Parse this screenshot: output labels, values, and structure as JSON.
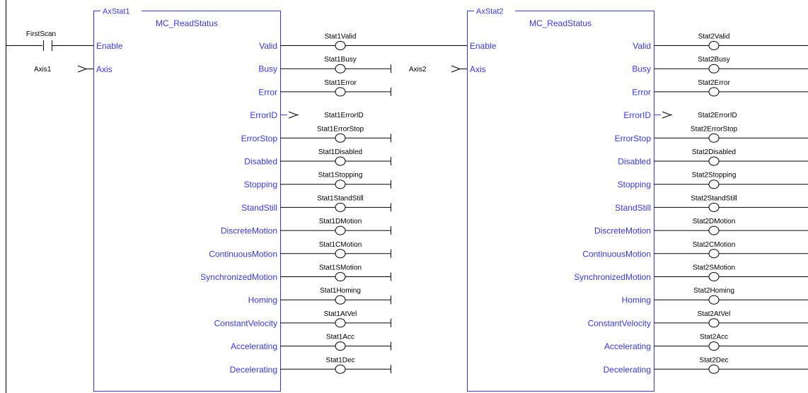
{
  "rung": {
    "contact": {
      "label": "FirstScan"
    }
  },
  "blocks": [
    {
      "instance": "AxStat1",
      "type": "MC_ReadStatus",
      "inputs": [
        {
          "pin": "Enable"
        },
        {
          "pin": "Axis",
          "var": "Axis1"
        }
      ],
      "outputs": [
        {
          "pin": "Valid",
          "var": "Stat1Valid",
          "kind": "coil"
        },
        {
          "pin": "Busy",
          "var": "Stat1Busy",
          "kind": "coil"
        },
        {
          "pin": "Error",
          "var": "Stat1Error",
          "kind": "coil"
        },
        {
          "pin": "ErrorID",
          "var": "Stat1ErrorID",
          "kind": "variable"
        },
        {
          "pin": "ErrorStop",
          "var": "Stat1ErrorStop",
          "kind": "coil"
        },
        {
          "pin": "Disabled",
          "var": "Stat1Disabled",
          "kind": "coil"
        },
        {
          "pin": "Stopping",
          "var": "Stat1Stopping",
          "kind": "coil"
        },
        {
          "pin": "StandStill",
          "var": "Stat1StandStill",
          "kind": "coil"
        },
        {
          "pin": "DiscreteMotion",
          "var": "Stat1DMotion",
          "kind": "coil"
        },
        {
          "pin": "ContinuousMotion",
          "var": "Stat1CMotion",
          "kind": "coil"
        },
        {
          "pin": "SynchronizedMotion",
          "var": "Stat1SMotion",
          "kind": "coil"
        },
        {
          "pin": "Homing",
          "var": "Stat1Homing",
          "kind": "coil"
        },
        {
          "pin": "ConstantVelocity",
          "var": "Stat1AtVel",
          "kind": "coil"
        },
        {
          "pin": "Accelerating",
          "var": "Stat1Acc",
          "kind": "coil"
        },
        {
          "pin": "Decelerating",
          "var": "Stat1Dec",
          "kind": "coil"
        }
      ]
    },
    {
      "instance": "AxStat2",
      "type": "MC_ReadStatus",
      "inputs": [
        {
          "pin": "Enable"
        },
        {
          "pin": "Axis",
          "var": "Axis2"
        }
      ],
      "outputs": [
        {
          "pin": "Valid",
          "var": "Stat2Valid",
          "kind": "coil"
        },
        {
          "pin": "Busy",
          "var": "Stat2Busy",
          "kind": "coil"
        },
        {
          "pin": "Error",
          "var": "Stat2Error",
          "kind": "coil"
        },
        {
          "pin": "ErrorID",
          "var": "Stat2ErrorID",
          "kind": "variable"
        },
        {
          "pin": "ErrorStop",
          "var": "Stat2ErrorStop",
          "kind": "coil"
        },
        {
          "pin": "Disabled",
          "var": "Stat2Disabled",
          "kind": "coil"
        },
        {
          "pin": "Stopping",
          "var": "Stat2Stopping",
          "kind": "coil"
        },
        {
          "pin": "StandStill",
          "var": "Stat2StandStill",
          "kind": "coil"
        },
        {
          "pin": "DiscreteMotion",
          "var": "Stat2DMotion",
          "kind": "coil"
        },
        {
          "pin": "ContinuousMotion",
          "var": "Stat2CMotion",
          "kind": "coil"
        },
        {
          "pin": "SynchronizedMotion",
          "var": "Stat2SMotion",
          "kind": "coil"
        },
        {
          "pin": "Homing",
          "var": "Stat2Homing",
          "kind": "coil"
        },
        {
          "pin": "ConstantVelocity",
          "var": "Stat2AtVel",
          "kind": "coil"
        },
        {
          "pin": "Accelerating",
          "var": "Stat2Acc",
          "kind": "coil"
        },
        {
          "pin": "Decelerating",
          "var": "Stat2Dec",
          "kind": "coil"
        }
      ]
    }
  ],
  "colors": {
    "block_border": "#3838f0",
    "pin_text": "#3838f0",
    "wire": "#000000",
    "background": "#ffffff"
  }
}
